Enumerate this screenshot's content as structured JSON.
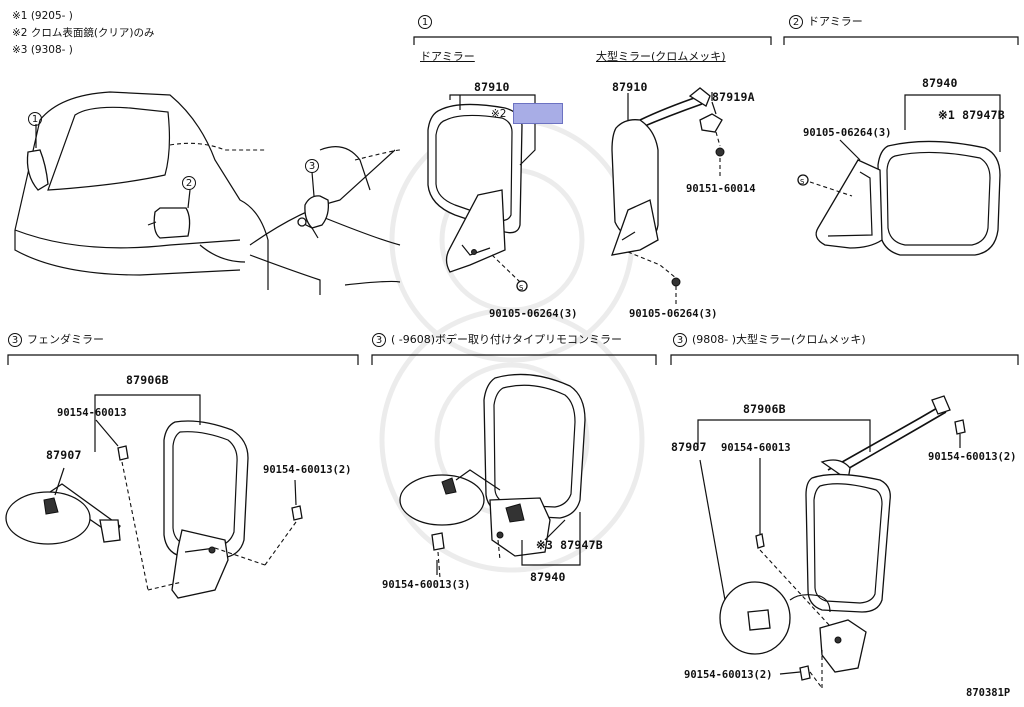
{
  "notes": [
    "※1 (9205-      )",
    "※2 クロム表面鏡(クリア)のみ",
    "※3 (9308-      )"
  ],
  "sections": {
    "s1": {
      "num": "1",
      "left_label": "ドアミラー",
      "right_label": "大型ミラー(クロムメッキ)"
    },
    "s2": {
      "num": "2",
      "label": "ドアミラー"
    },
    "s3a": {
      "num": "3",
      "label": "フェンダミラー"
    },
    "s3b": {
      "num": "3",
      "label": "(      -9608)ボデー取り付けタイプリモコンミラー"
    },
    "s3c": {
      "num": "3",
      "label": "(9808-      )大型ミラー(クロムメッキ)"
    }
  },
  "vehicle_callouts": [
    "1",
    "2",
    "3"
  ],
  "parts": {
    "p87910_a": "87910",
    "note2": "※2",
    "p90105_a": "90105-06264(3)",
    "p87910_b": "87910",
    "p87919A": "87919A",
    "p90151": "90151-60014",
    "p90105_b": "90105-06264(3)",
    "p87940_top": "87940",
    "p87947B_top": "※1 87947B",
    "p90105_c": "90105-06264(3)",
    "p87906B_a": "87906B",
    "p90154_a": "90154-60013",
    "p87907_a": "87907",
    "p90154_b": "90154-60013(2)",
    "p87947B_mid": "※3 87947B",
    "p87940_mid": "87940",
    "p90154_c": "90154-60013(3)",
    "p87906B_b": "87906B",
    "p87907_b": "87907",
    "p90154_d": "90154-60013",
    "p90154_e": "90154-60013(2)",
    "p90154_f": "90154-60013(2)"
  },
  "diagram_id": "870381P",
  "highlight_color": "#a8ade6"
}
